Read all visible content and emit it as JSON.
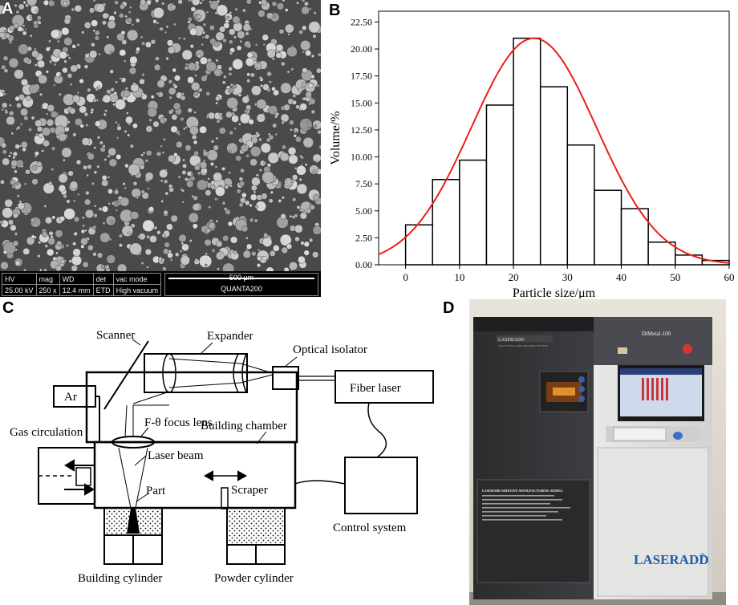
{
  "panels": {
    "a": "A",
    "b": "B",
    "c": "C",
    "d": "D"
  },
  "sem": {
    "headers": [
      "HV",
      "mag",
      "WD",
      "det",
      "vac mode"
    ],
    "values": [
      "25.00 kV",
      "250 x",
      "12.4 mm",
      "ETD",
      "High vacuum"
    ],
    "scale_label": "500 µm",
    "instrument": "QUANTA200"
  },
  "chart_data": {
    "type": "bar",
    "bin_edges": [
      0,
      5,
      10,
      15,
      20,
      25,
      30,
      35,
      40,
      45,
      50,
      55,
      60
    ],
    "values": [
      3.7,
      7.9,
      9.7,
      14.8,
      21.0,
      16.5,
      11.1,
      6.9,
      5.2,
      2.1,
      0.9,
      0.4
    ],
    "fit_curve": {
      "type": "gaussian",
      "mean": 23.8,
      "sigma": 11.6,
      "peak": 21.0,
      "color": "#e8201a"
    },
    "xlabel": "Particle size/μm",
    "ylabel": "Volume/%",
    "xlim": [
      -5,
      60
    ],
    "ylim": [
      0,
      23.5
    ],
    "xticks": [
      "0",
      "10",
      "20",
      "30",
      "40",
      "50",
      "60"
    ],
    "yticks": [
      "0.00",
      "2.50",
      "5.00",
      "7.50",
      "10.00",
      "12.50",
      "15.00",
      "17.50",
      "20.00",
      "22.50"
    ]
  },
  "diagram": {
    "scanner": "Scanner",
    "expander": "Expander",
    "optical_isolator": "Optical isolator",
    "fiber_laser": "Fiber laser",
    "ar": "Ar",
    "focus_lens": "F-θ focus lens",
    "building_chamber": "Building chamber",
    "gas_circulation": "Gas circulation",
    "laser_beam": "Laser beam",
    "part": "Part",
    "scraper": "Scraper",
    "control_system": "Control system",
    "building_cylinder": "Building cylinder",
    "powder_cylinder": "Powder cylinder"
  },
  "machine": {
    "model": "DiMetal-100",
    "brand_small": "LASERADD",
    "brand_sub": "SELECTIVE LASER MELTING SYSTEM",
    "series": "LASERADD ADDITIVE MANUFACTURING SERIES.",
    "logo": "LASERADD",
    "registered": "®"
  }
}
